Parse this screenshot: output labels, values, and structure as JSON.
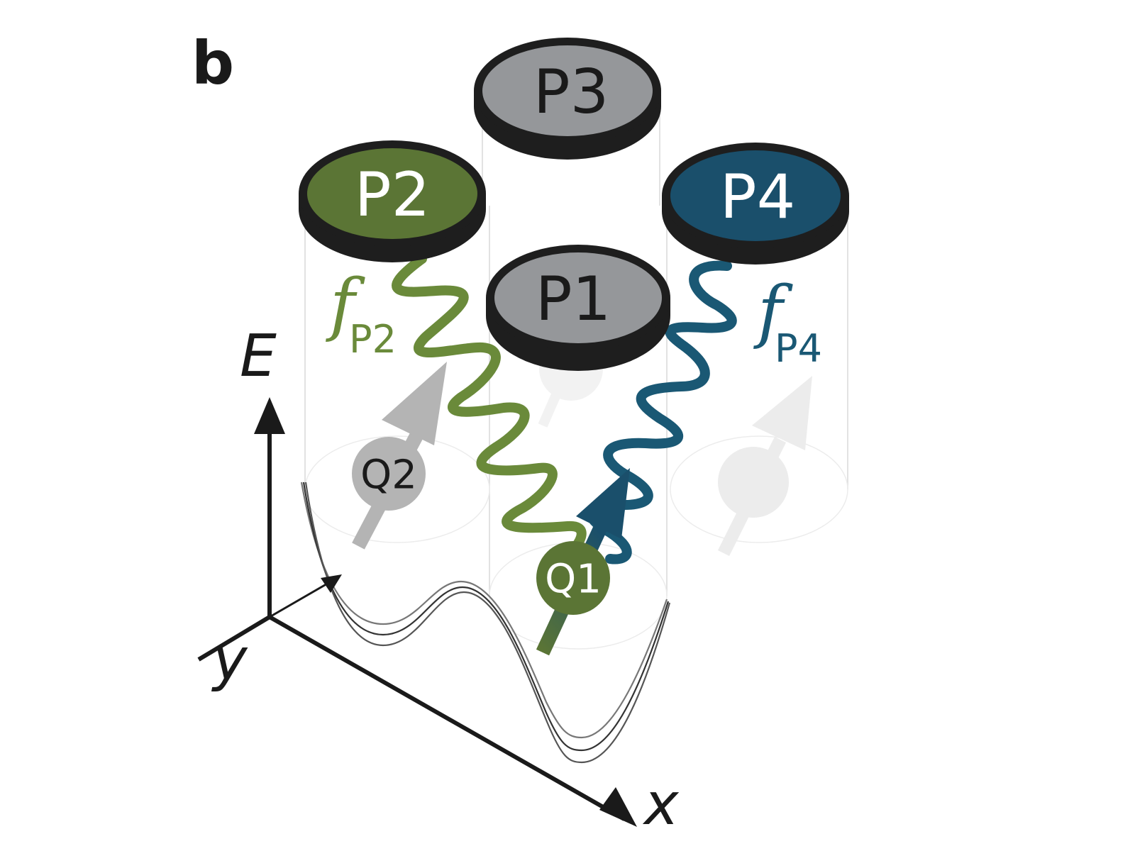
{
  "panel_label": "b",
  "pads": [
    {
      "id": "P3",
      "label": "P3",
      "fill": "#95979a",
      "text_color": "#1a1a1a"
    },
    {
      "id": "P2",
      "label": "P2",
      "fill": "#5b7535",
      "text_color": "#ffffff"
    },
    {
      "id": "P4",
      "label": "P4",
      "fill": "#1a4f6b",
      "text_color": "#ffffff"
    },
    {
      "id": "P1",
      "label": "P1",
      "fill": "#95979a",
      "text_color": "#1a1a1a"
    }
  ],
  "qubits": [
    {
      "id": "Q1",
      "label": "Q1",
      "color": "#5b7535"
    },
    {
      "id": "Q2",
      "label": "Q2",
      "color": "#b4b4b4"
    }
  ],
  "couplings": [
    {
      "id": "fP2",
      "main": "f",
      "sub": "P2",
      "color": "#6a8a3a"
    },
    {
      "id": "fP4",
      "main": "f",
      "sub": "P4",
      "color": "#1a5874"
    }
  ],
  "axes": {
    "energy": "E",
    "x": "x",
    "y": "y"
  },
  "colors": {
    "green": "#6a8a3a",
    "blue": "#1a5874",
    "grey": "#95979a",
    "dark": "#1a1a1a"
  }
}
